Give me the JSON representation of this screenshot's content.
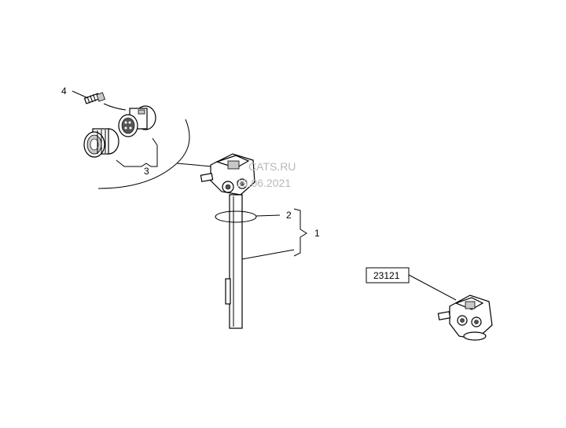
{
  "diagram": {
    "callouts": {
      "item_1": "1",
      "item_2": "2",
      "item_3": "3",
      "item_4": "4"
    },
    "reference_box": "23121",
    "watermark": {
      "line1": "CATS.RU",
      "line2": "09.06.2021"
    }
  }
}
